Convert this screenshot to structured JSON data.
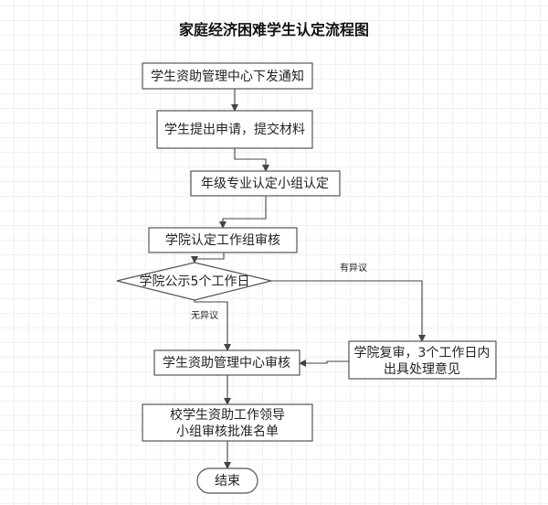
{
  "title": "家庭经济困难学生认定流程图",
  "nodes": {
    "n1": "学生资助管理中心下发通知",
    "n2": "学生提出申请，提交材料",
    "n3": "年级专业认定小组认定",
    "n4": "学院认定工作组审核",
    "decision": "学院公示5个工作日",
    "n5": "学生资助管理中心审核",
    "n6_line1": "学院复审，3个工作日内",
    "n6_line2": "出具处理意见",
    "n7_line1": "校学生资助工作领导",
    "n7_line2": "小组审核批准名单",
    "end": "结束"
  },
  "edge_labels": {
    "no_objection": "无异议",
    "objection": "有异议"
  },
  "colors": {
    "grid": "#e2e2e2",
    "stroke": "#555555"
  }
}
